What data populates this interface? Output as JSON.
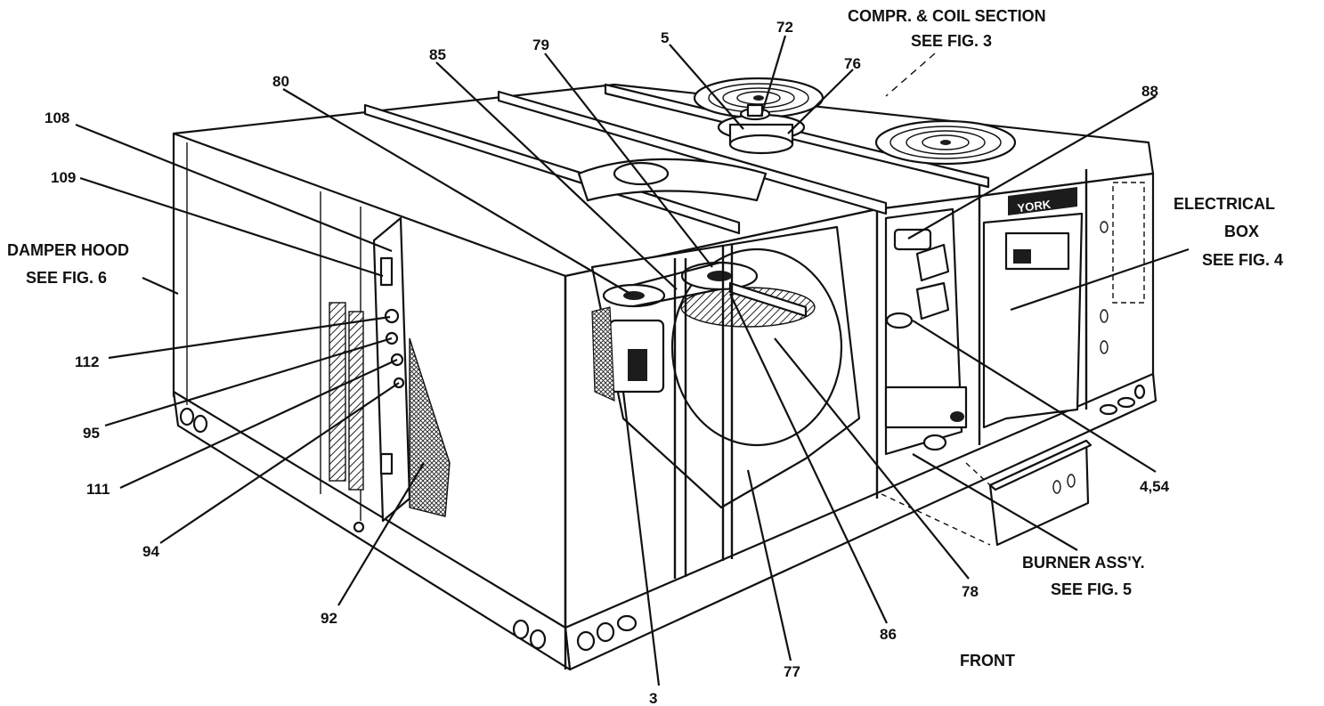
{
  "callouts": {
    "c108": "108",
    "c109": "109",
    "c80": "80",
    "c85": "85",
    "c79": "79",
    "c5": "5",
    "c72": "72",
    "c76": "76",
    "c88": "88",
    "c112": "112",
    "c95": "95",
    "c111": "111",
    "c94": "94",
    "c92": "92",
    "c3": "3",
    "c77": "77",
    "c86": "86",
    "c78": "78",
    "c454": "4,54"
  },
  "sections": {
    "compr_line1": "COMPR. & COIL SECTION",
    "compr_line2": "SEE FIG. 3",
    "damper_line1": "DAMPER HOOD",
    "damper_line2": "SEE FIG. 6",
    "electrical_line1": "ELECTRICAL",
    "electrical_line2": "BOX",
    "electrical_line3": "SEE FIG. 4",
    "burner_line1": "BURNER ASS'Y.",
    "burner_line2": "SEE FIG. 5",
    "front": "FRONT"
  },
  "brand_plate": "YORK"
}
